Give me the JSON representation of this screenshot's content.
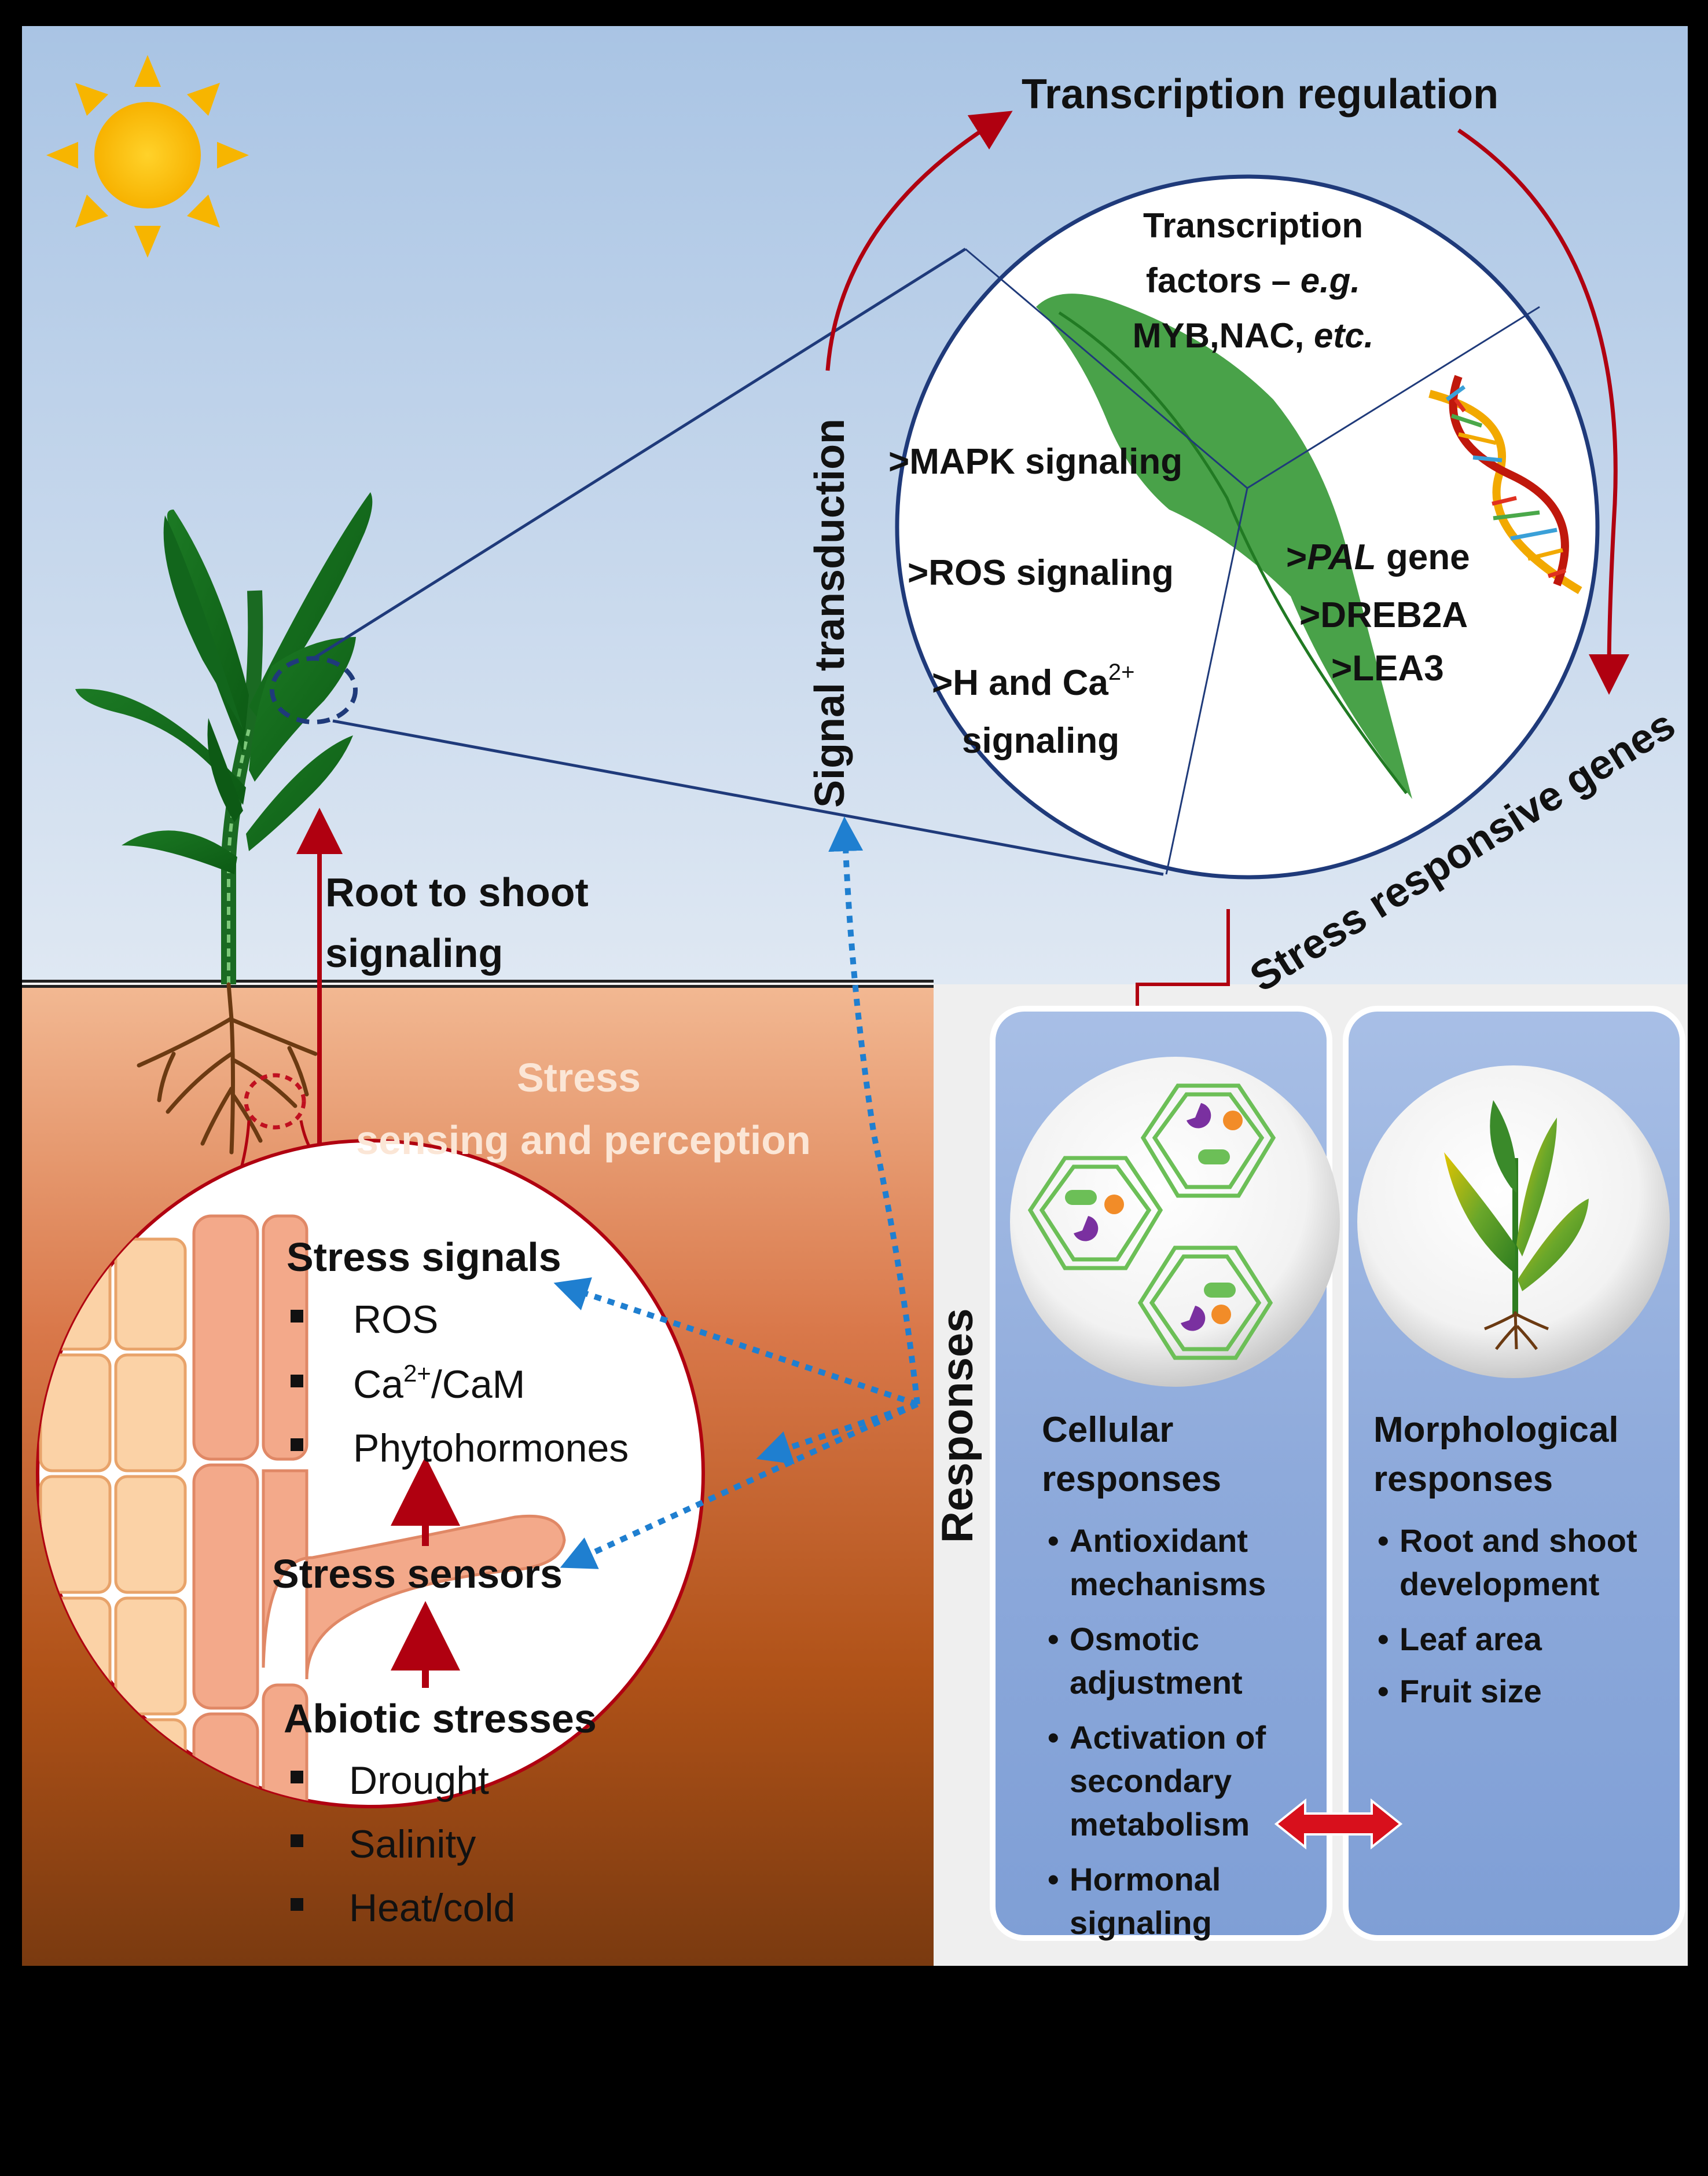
{
  "labels": {
    "transcription_regulation": "Transcription regulation",
    "tf_line1": "Transcription",
    "tf_line2a": "factors – ",
    "tf_line2b": "e.g.",
    "tf_line3a": "MYB,NAC, ",
    "tf_line3b": "etc.",
    "mapk": ">MAPK signaling",
    "ros_sig": ">ROS signaling",
    "h_ca_a": ">H and Ca",
    "h_ca_sup": "2+",
    "h_ca_b": "signaling",
    "pal_a": ">",
    "pal_b": "PAL",
    "pal_c": " gene",
    "dreb": ">DREB2A",
    "lea": ">LEA3",
    "signal_transduction": "Signal transduction",
    "stress_responsive_genes": "Stress responsive genes",
    "root_to_shoot_1": "Root to shoot",
    "root_to_shoot_2": "signaling",
    "stress_sensing_1": "Stress",
    "stress_sensing_2": "sensing and perception",
    "responses": "Responses",
    "stress_signals": "Stress signals",
    "stress_sensors": "Stress sensors",
    "abiotic_stresses": "Abiotic stresses"
  },
  "stress_signals": {
    "items": [
      "ROS",
      "Phytohormones"
    ],
    "ca_base": "Ca",
    "ca_sup": "2+",
    "ca_rest": "/CaM"
  },
  "abiotic_stresses": [
    "Drought",
    "Salinity",
    "Heat/cold"
  ],
  "cellular": {
    "title1": "Cellular",
    "title2": "responses",
    "items": [
      [
        "Antioxidant",
        "mechanisms"
      ],
      [
        "Osmotic",
        "adjustment"
      ],
      [
        "Activation of",
        "secondary",
        "metabolism"
      ],
      [
        "Hormonal",
        "signaling"
      ]
    ]
  },
  "morphological": {
    "title1": "Morphological",
    "title2": "responses",
    "items": [
      [
        "Root and shoot",
        "development"
      ],
      [
        "Leaf area"
      ],
      [
        "Fruit size"
      ]
    ]
  },
  "colors": {
    "sky_top": "#a9c4e4",
    "sky_bottom": "#dbe6f2",
    "soil_top": "#f0b48c",
    "soil_bottom": "#7a3a10",
    "arrow_red": "#b00010",
    "arrow_blue": "#1f7fd0",
    "panel_blue": "#8eaadb",
    "leaf_green": "#3a9a3a",
    "dark_green": "#0c5a14"
  }
}
